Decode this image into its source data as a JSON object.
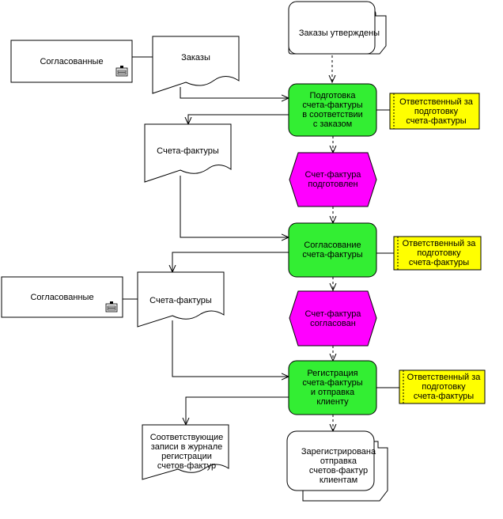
{
  "colors": {
    "function": "#33ee33",
    "event": "#ff00ff",
    "role": "#ffff00",
    "line": "#000000",
    "document": "#ffffff"
  },
  "nodes": {
    "start_event": "Заказы утверждены",
    "source_approved_1": "Согласованные",
    "doc_orders": "Заказы",
    "func_prepare": "Подготовка\nсчета-фактуры\nв соответствии\nс заказом",
    "role_1": "Ответственный за\nподготовку\nсчета-фактуры",
    "doc_invoices_1": "Счета-фактуры",
    "event_prepared": "Счет-фактура\nподготовлен",
    "func_approve": "Согласование\nсчета-фактуры",
    "role_2": "Ответственный за\nподготовку\nсчета-фактуры",
    "source_approved_2": "Согласованные",
    "doc_invoices_2": "Счета-фактуры",
    "event_approved": "Счет-фактура\nсогласован",
    "func_register": "Регистрация\nсчета-фактуры\nи отправка\nклиенту",
    "role_3": "Ответственный за\nподготовку\nсчета-фактуры",
    "doc_journal": "Соответствующие\nзаписи в журнале\nрегистрации\nсчетов-фактур",
    "end_event": "Зарегистрирована\nотправка\nсчетов-фактур\nклиентам"
  }
}
